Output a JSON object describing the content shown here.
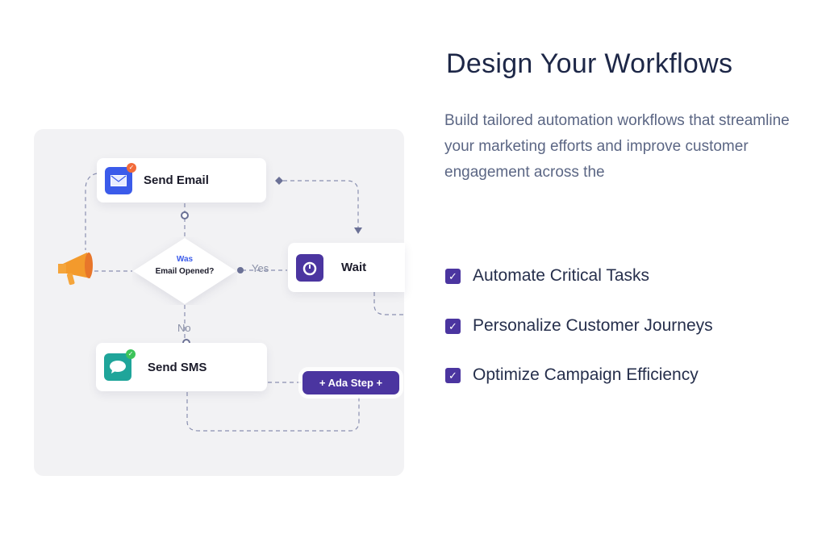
{
  "workflow": {
    "send_email": "Send Email",
    "wait": "Wait",
    "send_sms": "Send SMS",
    "decision_line1": "Was",
    "decision_line2": "Email Opened?",
    "yes": "Yes",
    "no": "No",
    "add_step": "+ Ada Step +"
  },
  "content": {
    "title": "Design Your Workflows",
    "description": "Build tailored automation workflows that streamline your marketing efforts and improve customer engagement across the",
    "features": [
      "Automate Critical Tasks",
      "Personalize Customer Journeys",
      "Optimize Campaign Efficiency"
    ]
  },
  "colors": {
    "accent": "#4b35a0",
    "email": "#3b5bea",
    "sms": "#1fa59a",
    "megaphone": "#f39a2c"
  }
}
